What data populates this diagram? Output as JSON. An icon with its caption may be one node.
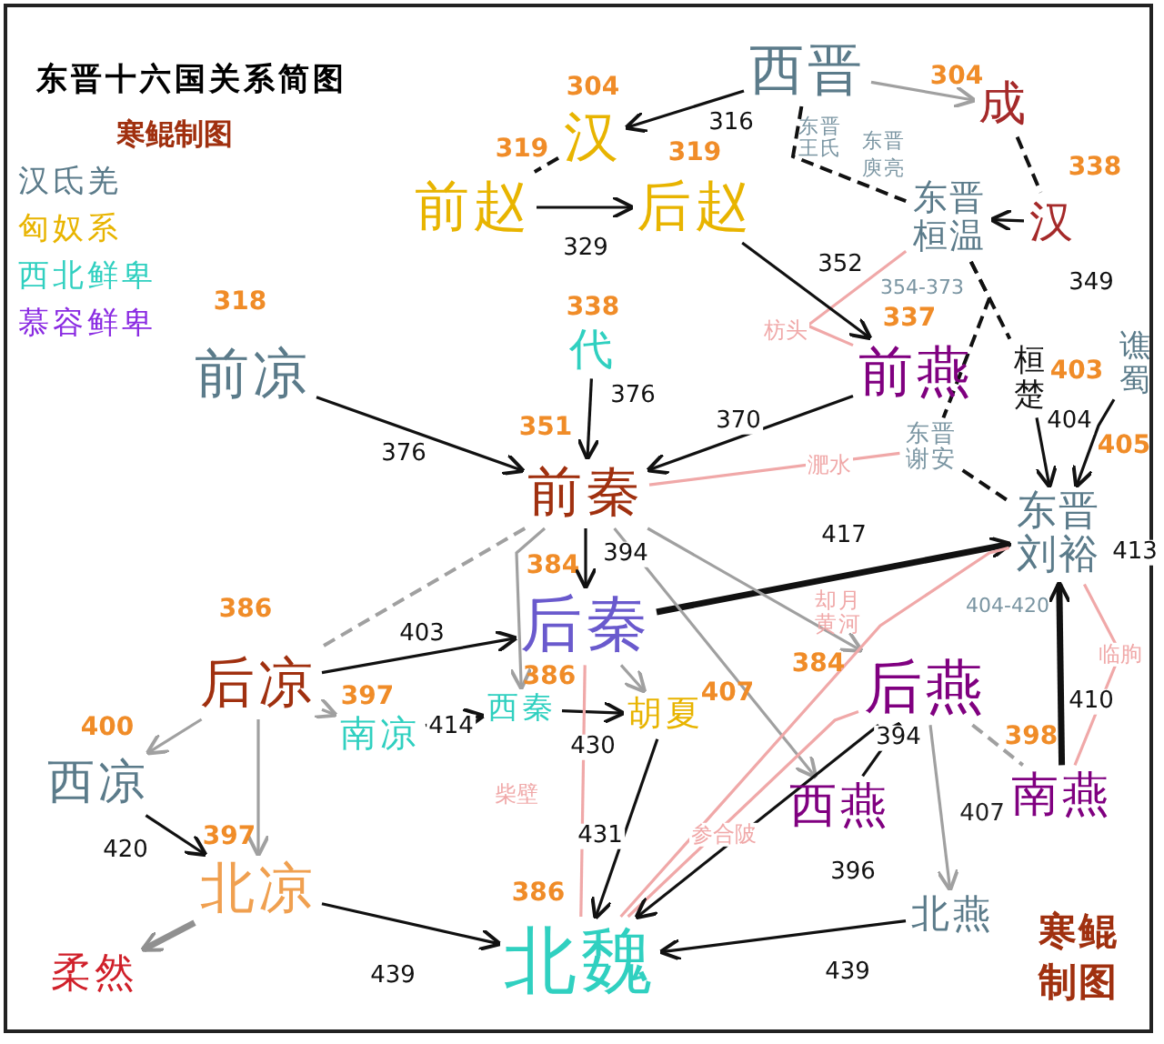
{
  "diagram": {
    "title": "东晋十六国关系简图",
    "nodes": [
      {
        "text": [
          "西晋"
        ]
      },
      {
        "text": [
          "汉"
        ],
        "beside": [
          "304"
        ]
      },
      {
        "text": [
          "前赵"
        ],
        "beside": [
          "319"
        ]
      },
      {
        "text": [
          "后赵"
        ],
        "beside": [
          "319"
        ]
      },
      {
        "text": [
          "成"
        ],
        "beside": [
          "304"
        ]
      },
      {
        "text": [
          "汉"
        ],
        "beside": [
          "338"
        ]
      },
      {
        "text": [
          "东晋桓温"
        ],
        "beside": [
          "354-373"
        ]
      },
      {
        "text": [
          "东晋谢安"
        ]
      },
      {
        "text": [
          "前凉"
        ],
        "beside": [
          "318"
        ]
      },
      {
        "text": [
          "代"
        ],
        "beside": [
          "338"
        ]
      },
      {
        "text": [
          "前燕"
        ],
        "beside": [
          "337"
        ]
      },
      {
        "text": [
          "前秦"
        ],
        "beside": [
          "351"
        ]
      },
      {
        "text": [
          "东晋刘裕"
        ],
        "beside": [
          "404-420"
        ]
      },
      {
        "text": [
          "桓楚"
        ],
        "beside": [
          "403"
        ]
      },
      {
        "text": [
          "谯蜀"
        ],
        "beside": [
          "405"
        ]
      },
      {
        "text": [
          "后秦"
        ],
        "beside": [
          "384"
        ]
      },
      {
        "text": [
          "后凉"
        ],
        "beside": [
          "386"
        ]
      },
      {
        "text": [
          "西秦"
        ],
        "beside": [
          "386"
        ]
      },
      {
        "text": [
          "胡夏"
        ],
        "beside": [
          "407"
        ]
      },
      {
        "text": [
          "后燕"
        ],
        "beside": [
          "384"
        ]
      },
      {
        "text": [
          "南凉"
        ],
        "beside": [
          "397"
        ]
      },
      {
        "text": [
          "西凉"
        ],
        "beside": [
          "400"
        ]
      },
      {
        "text": [
          "西燕"
        ]
      },
      {
        "text": [
          "南燕"
        ],
        "beside": [
          "398"
        ]
      },
      {
        "text": [
          "北凉"
        ],
        "beside": [
          "397"
        ]
      },
      {
        "text": [
          "柔然"
        ]
      },
      {
        "text": [
          "北魏"
        ],
        "beside": [
          "386"
        ]
      },
      {
        "text": [
          "北燕"
        ]
      }
    ],
    "edges": [
      {
        "from": 0,
        "to": 1,
        "arrow": "to",
        "label": "316"
      },
      {
        "from": 0,
        "to": 4,
        "arrow": "to",
        "color": "#a0a0a0"
      },
      {
        "from": 1,
        "to": 2,
        "arrow": "none",
        "style": "dashed"
      },
      {
        "from": 2,
        "to": 3,
        "arrow": "to",
        "label": "329"
      },
      {
        "from": 4,
        "to": 5,
        "arrow": "none",
        "style": "dashed"
      },
      {
        "from": 5,
        "to": 6,
        "arrow": "to",
        "label": "349"
      },
      {
        "from": 0,
        "to": 6,
        "arrow": "none",
        "style": "dashed",
        "label": "东晋王氏"
      },
      {
        "from": 6,
        "to": 10,
        "arrow": "none",
        "color": "#f0a8a8",
        "label": "枋头"
      },
      {
        "from": 3,
        "to": 10,
        "arrow": "to",
        "label": "352"
      },
      {
        "from": 6,
        "to": 7,
        "arrow": "none",
        "style": "dashed"
      },
      {
        "from": 7,
        "to": 12,
        "arrow": "none",
        "style": "dashed"
      },
      {
        "from": 6,
        "to": 13,
        "arrow": "none",
        "style": "dashed"
      },
      {
        "from": 8,
        "to": 11,
        "arrow": "to",
        "label": "376"
      },
      {
        "from": 9,
        "to": 11,
        "arrow": "to",
        "label": "376"
      },
      {
        "from": 10,
        "to": 11,
        "arrow": "to",
        "label": "370"
      },
      {
        "from": 11,
        "to": 7,
        "arrow": "none",
        "color": "#f0a8a8",
        "label": "淝水"
      },
      {
        "from": 11,
        "to": 15,
        "arrow": "to",
        "label": "394"
      },
      {
        "from": 13,
        "to": 12,
        "arrow": "to",
        "label": "404"
      },
      {
        "from": 14,
        "to": 12,
        "arrow": "to",
        "label": "413"
      },
      {
        "from": 15,
        "to": 12,
        "arrow": "to",
        "style": "thick",
        "label": "417"
      },
      {
        "from": 11,
        "to": 19,
        "arrow": "to",
        "color": "#a0a0a0"
      },
      {
        "from": 11,
        "to": 22,
        "arrow": "to",
        "color": "#a0a0a0"
      },
      {
        "from": 11,
        "to": 16,
        "arrow": "none",
        "style": "dashed",
        "color": "#a0a0a0"
      },
      {
        "from": 11,
        "to": 17,
        "arrow": "to",
        "color": "#a0a0a0"
      },
      {
        "from": 16,
        "to": 15,
        "arrow": "to",
        "label": "403"
      },
      {
        "from": 15,
        "to": 18,
        "arrow": "to",
        "color": "#a0a0a0"
      },
      {
        "from": 16,
        "to": 21,
        "arrow": "to",
        "color": "#a0a0a0"
      },
      {
        "from": 16,
        "to": 20,
        "arrow": "to",
        "color": "#a0a0a0"
      },
      {
        "from": 16,
        "to": 24,
        "arrow": "to",
        "color": "#a0a0a0"
      },
      {
        "from": 20,
        "to": 17,
        "arrow": "to",
        "label": "414"
      },
      {
        "from": 17,
        "to": 18,
        "arrow": "to",
        "label": "430"
      },
      {
        "from": 15,
        "to": 26,
        "arrow": "none",
        "color": "#f0a8a8",
        "label": "柴壁"
      },
      {
        "from": 18,
        "to": 26,
        "arrow": "to",
        "label": "431"
      },
      {
        "from": 12,
        "to": 26,
        "arrow": "none",
        "color": "#f0a8a8",
        "label": "却月黄河"
      },
      {
        "from": 19,
        "to": 26,
        "arrow": "none",
        "color": "#f0a8a8",
        "label": "参合陂"
      },
      {
        "from": 22,
        "to": 19,
        "arrow": "to",
        "label": "394"
      },
      {
        "from": 19,
        "to": 26,
        "arrow": "to",
        "label": "396"
      },
      {
        "from": 19,
        "to": 27,
        "arrow": "to",
        "color": "#a0a0a0",
        "label": "407"
      },
      {
        "from": 19,
        "to": 23,
        "arrow": "none",
        "style": "dashed",
        "color": "#a0a0a0"
      },
      {
        "from": 23,
        "to": 12,
        "arrow": "to",
        "style": "thick",
        "label": "410"
      },
      {
        "from": 12,
        "to": 23,
        "arrow": "none",
        "color": "#f0a8a8",
        "label": "临朐"
      },
      {
        "from": 21,
        "to": 24,
        "arrow": "to",
        "label": "420"
      },
      {
        "from": 24,
        "to": 25,
        "arrow": "to",
        "style": "thick",
        "color": "#909090"
      },
      {
        "from": 24,
        "to": 26,
        "arrow": "to",
        "label": "439"
      },
      {
        "from": 27,
        "to": 26,
        "arrow": "to",
        "label": "439"
      }
    ],
    "labels": [
      "寒鲲制图",
      "东晋庾亮",
      "寒鲲制图"
    ],
    "legend": [
      {
        "text": "汉氐羌",
        "color": "#5b7b8a"
      },
      {
        "text": "匈奴系",
        "color": "#e8b400"
      },
      {
        "text": "西北鲜卑",
        "color": "#30d0c0"
      },
      {
        "text": "慕容鲜卑",
        "color": "#8a2be2"
      }
    ]
  }
}
